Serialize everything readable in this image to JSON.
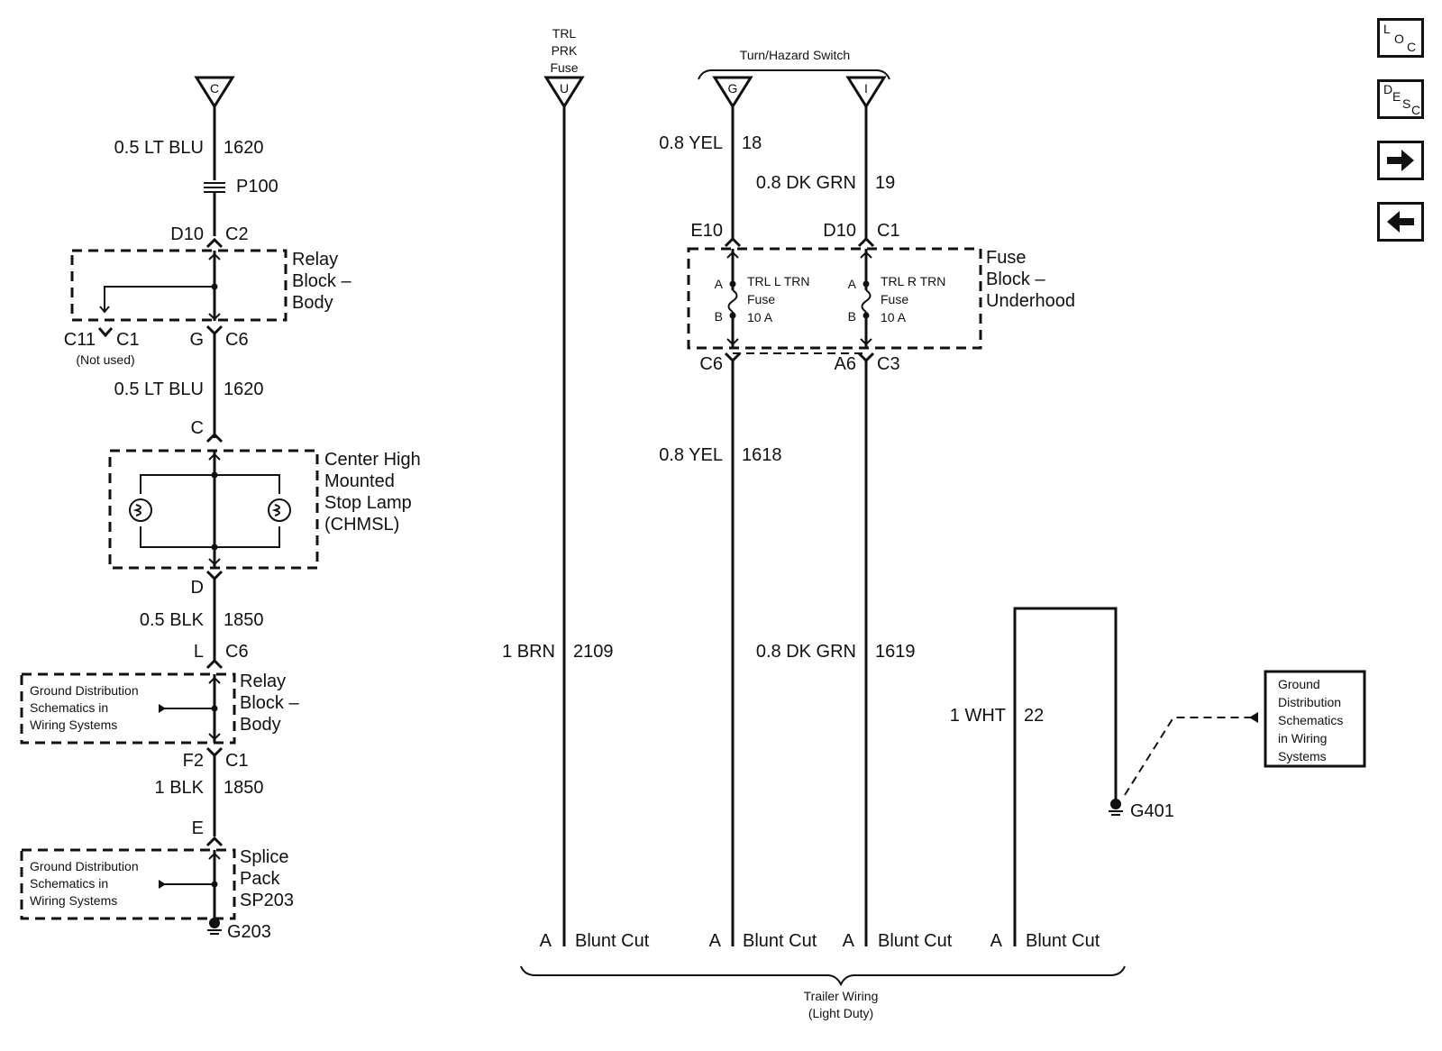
{
  "nav": {
    "loc": {
      "l1": "L",
      "l2": "O",
      "l3": "C"
    },
    "desc": {
      "l1": "D",
      "l2": "E",
      "l3": "S",
      "l4": "C"
    }
  },
  "connectors": {
    "c": "C",
    "u": "U",
    "g": "G",
    "i": "I"
  },
  "headers": {
    "trl_prk_fuse": [
      "TRL",
      "PRK",
      "Fuse"
    ],
    "turn_hazard_switch": "Turn/Hazard Switch",
    "trailer_wiring": [
      "Trailer Wiring",
      "(Light Duty)"
    ]
  },
  "left_circuit": {
    "wire1": {
      "spec": "0.5 LT BLU",
      "num": "1620"
    },
    "p100": "P100",
    "relay_top": {
      "left": "D10",
      "right": "C2"
    },
    "relay_block": [
      "Relay",
      "Block –",
      "Body"
    ],
    "relay_bottom": {
      "c11": "C11",
      "c1": "C1",
      "not_used": "(Not used)",
      "g": "G",
      "c6": "C6"
    },
    "wire2": {
      "spec": "0.5 LT BLU",
      "num": "1620"
    },
    "lamp_top": "C",
    "chmsl": [
      "Center High",
      "Mounted",
      "Stop Lamp",
      "(CHMSL)"
    ],
    "lamp_bottom": "D",
    "wire3": {
      "spec": "0.5 BLK",
      "num": "1850"
    },
    "relay2_top": {
      "left": "L",
      "right": "C6"
    },
    "relay_block2": [
      "Relay",
      "Block –",
      "Body"
    ],
    "gd1": [
      "Ground Distribution",
      "Schematics in",
      "Wiring Systems"
    ],
    "relay2_bottom": {
      "left": "F2",
      "right": "C1"
    },
    "wire4": {
      "spec": "1 BLK",
      "num": "1850"
    },
    "splice_top": "E",
    "splice": [
      "Splice",
      "Pack",
      "SP203"
    ],
    "gd2": [
      "Ground Distribution",
      "Schematics in",
      "Wiring Systems"
    ],
    "ground": "G203"
  },
  "fuse_block": {
    "left_top": {
      "left": "E10"
    },
    "right_top": {
      "left": "D10",
      "right": "C1"
    },
    "name": [
      "Fuse",
      "Block –",
      "Underhood"
    ],
    "fuse_l": {
      "a": "A",
      "b": "B",
      "name": [
        "TRL L TRN",
        "Fuse",
        "10 A"
      ]
    },
    "fuse_r": {
      "a": "A",
      "b": "B",
      "name": [
        "TRL R TRN",
        "Fuse",
        "10 A"
      ]
    },
    "left_bottom": "C6",
    "right_bottom": {
      "left": "A6",
      "right": "C3"
    }
  },
  "wires": {
    "yel18": {
      "spec": "0.8 YEL",
      "num": "18"
    },
    "grn19": {
      "spec": "0.8 DK GRN",
      "num": "19"
    },
    "yel1618": {
      "spec": "0.8 YEL",
      "num": "1618"
    },
    "brn2109": {
      "spec": "1 BRN",
      "num": "2109"
    },
    "grn1619": {
      "spec": "0.8 DK GRN",
      "num": "1619"
    },
    "wht22": {
      "spec": "1 WHT",
      "num": "22"
    }
  },
  "ground_g401": "G401",
  "gd3": [
    "Ground",
    "Distribution",
    "Schematics",
    "in Wiring",
    "Systems"
  ],
  "blunt_cuts": [
    {
      "pin": "A",
      "label": "Blunt Cut"
    },
    {
      "pin": "A",
      "label": "Blunt Cut"
    },
    {
      "pin": "A",
      "label": "Blunt Cut"
    },
    {
      "pin": "A",
      "label": "Blunt Cut"
    }
  ]
}
